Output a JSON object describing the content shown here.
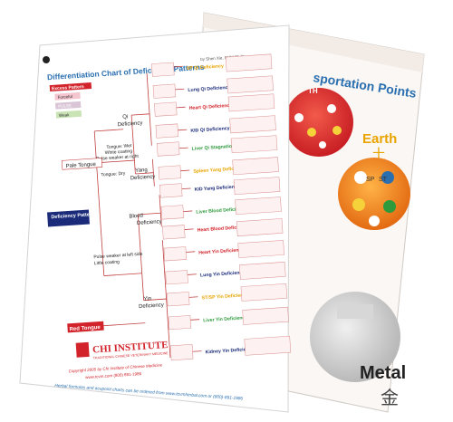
{
  "front_card": {
    "title": "Differentiation Chart of Deficiency Patterns",
    "author": "by Shen Xie, DVM Ph.D.",
    "legend": {
      "header": "Excess Pattern",
      "items": [
        "Forceful",
        "PULSE",
        "Weak"
      ]
    },
    "tree": {
      "pale_tongue": "Pale Tongue",
      "tongue_wet": "Tongue: Wet",
      "white_coating": "White coating",
      "pulse_weak": "Pulse weaker at right",
      "tongue_dry": "Tongue: Dry",
      "qi": "Qi",
      "qi_def": "Deficiency",
      "yang": "Yang",
      "yang_def": "Deficiency",
      "blood": "Blood",
      "blood_def": "Deficiency",
      "yin": "Yin",
      "yin_def": "Deficiency",
      "pulse_left": "Pulse weaker at left side",
      "little_coating": "Little coating",
      "red_tongue": "Red Tongue",
      "deficiency_pattern": "Deficiency Pattern"
    },
    "patterns": [
      "SP Qi Deficiency",
      "Lung Qi Deficiency",
      "Heart Qi Deficiency",
      "KID Qi Deficiency",
      "Liver Qi Stagnation",
      "Spleen Yang Deficiency",
      "KID Yang Deficiency",
      "Liver Blood Deficiency",
      "Heart Blood Deficiency",
      "Heart Yin Deficiency",
      "Lung Yin Deficiency",
      "ST/SP Yin Deficiency",
      "Liver Yin Deficiency",
      "Kidney Yin Deficiency"
    ],
    "logo": "CHI INSTITUTE",
    "logo_sub": "TRADITIONAL CHINESE VETERINARY MEDICINE",
    "copyright": "Copyright 2005 by Chi Institute of Chinese Medicine",
    "website": "www.tcvm.com (800) 891-1986",
    "footer": "Herbal formulas and acupoint charts can be ordered from www.tcvmherbal.com or (800)-891-1986"
  },
  "back_card": {
    "title": "sportation Points",
    "earth": "Earth",
    "metal": "Metal"
  },
  "colors": {
    "red": "#d2232a",
    "green": "#2e9a3c",
    "yellow": "#e9c500",
    "blue": "#2a6fb0"
  }
}
